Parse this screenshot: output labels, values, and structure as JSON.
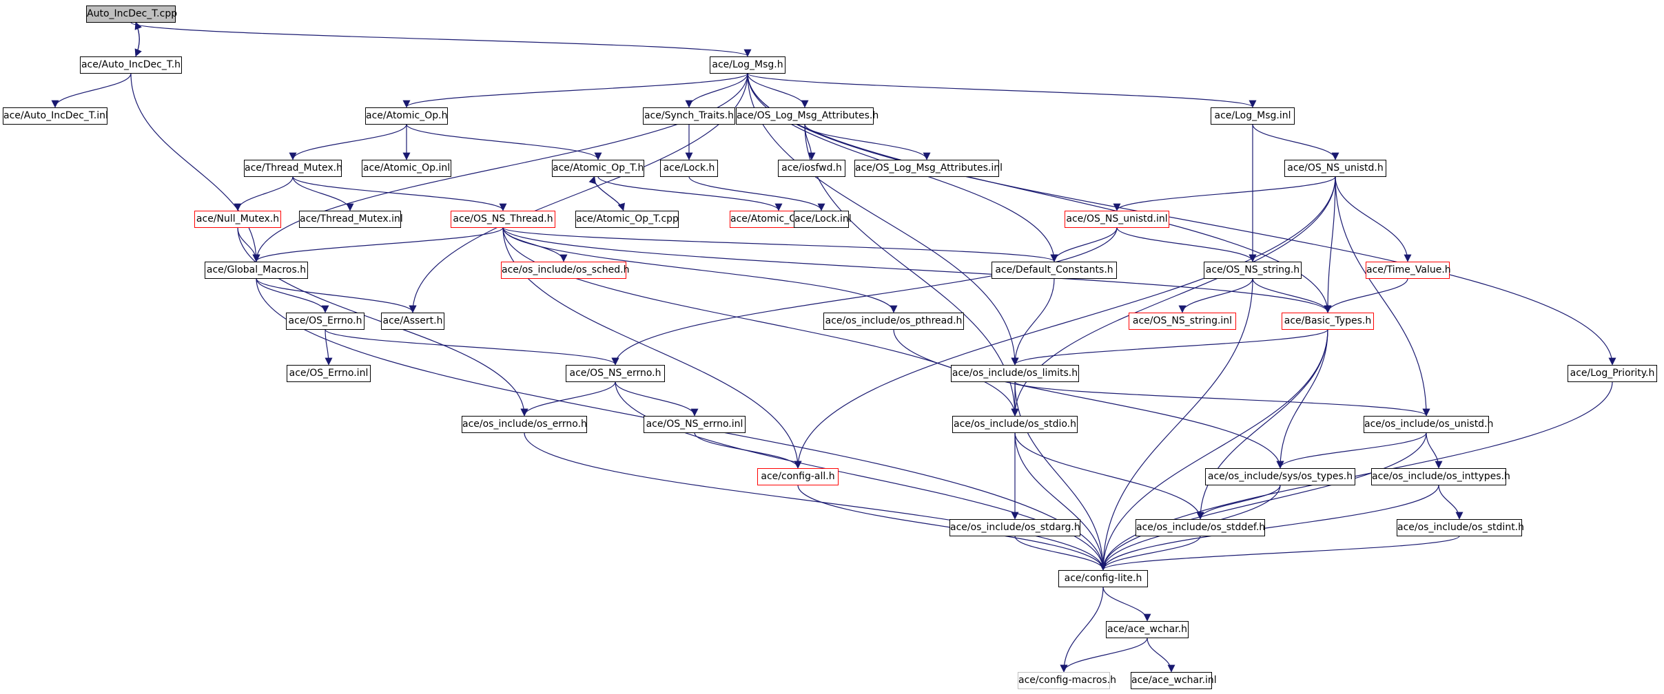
{
  "colors": {
    "edge": "#191970",
    "node_border": "#000000",
    "node_border_incomplete": "#ff0000",
    "node_border_external": "#bfbfbf",
    "root_fill": "#bfbfbf"
  },
  "nodes": [
    {
      "id": "root",
      "label": "Auto_IncDec_T.cpp",
      "style": "root"
    },
    {
      "id": "aidh",
      "label": "ace/Auto_IncDec_T.h",
      "style": "normal"
    },
    {
      "id": "aidi",
      "label": "ace/Auto_IncDec_T.inl",
      "style": "normal"
    },
    {
      "id": "logmsg",
      "label": "ace/Log_Msg.h",
      "style": "normal"
    },
    {
      "id": "atomic",
      "label": "ace/Atomic_Op.h",
      "style": "normal"
    },
    {
      "id": "synch",
      "label": "ace/Synch_Traits.h",
      "style": "normal"
    },
    {
      "id": "oslma",
      "label": "ace/OS_Log_Msg_Attributes.h",
      "style": "normal"
    },
    {
      "id": "logmsginl",
      "label": "ace/Log_Msg.inl",
      "style": "normal"
    },
    {
      "id": "thrmutex",
      "label": "ace/Thread_Mutex.h",
      "style": "normal"
    },
    {
      "id": "atomicinl",
      "label": "ace/Atomic_Op.inl",
      "style": "normal"
    },
    {
      "id": "atomict",
      "label": "ace/Atomic_Op_T.h",
      "style": "normal"
    },
    {
      "id": "lock",
      "label": "ace/Lock.h",
      "style": "normal"
    },
    {
      "id": "iosfwd",
      "label": "ace/iosfwd.h",
      "style": "normal"
    },
    {
      "id": "oslmainl",
      "label": "ace/OS_Log_Msg_Attributes.inl",
      "style": "normal"
    },
    {
      "id": "osnsunistd",
      "label": "ace/OS_NS_unistd.h",
      "style": "normal"
    },
    {
      "id": "nullmutex",
      "label": "ace/Null_Mutex.h",
      "style": "red"
    },
    {
      "id": "thrmutexinl",
      "label": "ace/Thread_Mutex.inl",
      "style": "normal"
    },
    {
      "id": "osnsthread",
      "label": "ace/OS_NS_Thread.h",
      "style": "red"
    },
    {
      "id": "atomictcpp",
      "label": "ace/Atomic_Op_T.cpp",
      "style": "normal"
    },
    {
      "id": "atomictinl",
      "label": "ace/Atomic_Op_T.inl",
      "style": "red"
    },
    {
      "id": "lockinl",
      "label": "ace/Lock.inl",
      "style": "normal"
    },
    {
      "id": "osnsunistdinl",
      "label": "ace/OS_NS_unistd.inl",
      "style": "red"
    },
    {
      "id": "globalmacros",
      "label": "ace/Global_Macros.h",
      "style": "normal"
    },
    {
      "id": "ossched",
      "label": "ace/os_include/os_sched.h",
      "style": "red"
    },
    {
      "id": "defconst",
      "label": "ace/Default_Constants.h",
      "style": "normal"
    },
    {
      "id": "osnsstring",
      "label": "ace/OS_NS_string.h",
      "style": "normal"
    },
    {
      "id": "timevalue",
      "label": "ace/Time_Value.h",
      "style": "red"
    },
    {
      "id": "oserrno",
      "label": "ace/OS_Errno.h",
      "style": "normal"
    },
    {
      "id": "assert",
      "label": "ace/Assert.h",
      "style": "normal"
    },
    {
      "id": "ospthread",
      "label": "ace/os_include/os_pthread.h",
      "style": "normal"
    },
    {
      "id": "osnsstringinl",
      "label": "ace/OS_NS_string.inl",
      "style": "red"
    },
    {
      "id": "basictypes",
      "label": "ace/Basic_Types.h",
      "style": "red"
    },
    {
      "id": "oserrnoinl",
      "label": "ace/OS_Errno.inl",
      "style": "normal"
    },
    {
      "id": "osnserrno",
      "label": "ace/OS_NS_errno.h",
      "style": "normal"
    },
    {
      "id": "oslimits",
      "label": "ace/os_include/os_limits.h",
      "style": "normal"
    },
    {
      "id": "logpriority",
      "label": "ace/Log_Priority.h",
      "style": "normal"
    },
    {
      "id": "oserrnoh",
      "label": "ace/os_include/os_errno.h",
      "style": "normal"
    },
    {
      "id": "osnserrnoinl",
      "label": "ace/OS_NS_errno.inl",
      "style": "normal"
    },
    {
      "id": "osstdio",
      "label": "ace/os_include/os_stdio.h",
      "style": "normal"
    },
    {
      "id": "osunistd",
      "label": "ace/os_include/os_unistd.h",
      "style": "normal"
    },
    {
      "id": "configall",
      "label": "ace/config-all.h",
      "style": "red"
    },
    {
      "id": "systypes",
      "label": "ace/os_include/sys/os_types.h",
      "style": "normal"
    },
    {
      "id": "osinttypes",
      "label": "ace/os_include/os_inttypes.h",
      "style": "normal"
    },
    {
      "id": "osstdarg",
      "label": "ace/os_include/os_stdarg.h",
      "style": "normal"
    },
    {
      "id": "osstddef",
      "label": "ace/os_include/os_stddef.h",
      "style": "normal"
    },
    {
      "id": "osstdint",
      "label": "ace/os_include/os_stdint.h",
      "style": "normal"
    },
    {
      "id": "configlite",
      "label": "ace/config-lite.h",
      "style": "normal"
    },
    {
      "id": "acewchar",
      "label": "ace/ace_wchar.h",
      "style": "normal"
    },
    {
      "id": "configmacros",
      "label": "ace/config-macros.h",
      "style": "grey"
    },
    {
      "id": "acewcharinl",
      "label": "ace/ace_wchar.inl",
      "style": "normal"
    }
  ],
  "edges": [
    [
      "root",
      "aidh"
    ],
    [
      "root",
      "logmsg"
    ],
    [
      "aidh",
      "root"
    ],
    [
      "aidh",
      "aidi"
    ],
    [
      "aidh",
      "globalmacros"
    ],
    [
      "logmsg",
      "atomic"
    ],
    [
      "logmsg",
      "synch"
    ],
    [
      "logmsg",
      "oslma"
    ],
    [
      "logmsg",
      "logmsginl"
    ],
    [
      "logmsg",
      "logpriority"
    ],
    [
      "logmsg",
      "globalmacros"
    ],
    [
      "logmsg",
      "assert"
    ],
    [
      "logmsg",
      "defconst"
    ],
    [
      "logmsg",
      "oslimits"
    ],
    [
      "logmsg",
      "basictypes"
    ],
    [
      "atomic",
      "thrmutex"
    ],
    [
      "atomic",
      "atomicinl"
    ],
    [
      "atomic",
      "atomict"
    ],
    [
      "synch",
      "lock"
    ],
    [
      "oslma",
      "iosfwd"
    ],
    [
      "oslma",
      "oslmainl"
    ],
    [
      "oslma",
      "osstdio"
    ],
    [
      "logmsginl",
      "osnsunistd"
    ],
    [
      "logmsginl",
      "osnsstring"
    ],
    [
      "thrmutex",
      "nullmutex"
    ],
    [
      "thrmutex",
      "thrmutexinl"
    ],
    [
      "thrmutex",
      "osnsthread"
    ],
    [
      "atomict",
      "atomictcpp"
    ],
    [
      "atomictcpp",
      "atomict"
    ],
    [
      "atomict",
      "atomictinl"
    ],
    [
      "lock",
      "lockinl"
    ],
    [
      "osnsunistd",
      "osnsunistdinl"
    ],
    [
      "osnsunistd",
      "basictypes"
    ],
    [
      "osnsunistd",
      "timevalue"
    ],
    [
      "osnsunistd",
      "osunistd"
    ],
    [
      "osnsunistd",
      "osstdio"
    ],
    [
      "osnsunistd",
      "configall"
    ],
    [
      "nullmutex",
      "globalmacros"
    ],
    [
      "nullmutex",
      "oserrnoh"
    ],
    [
      "osnsthread",
      "globalmacros"
    ],
    [
      "osnsthread",
      "ossched"
    ],
    [
      "osnsthread",
      "defconst"
    ],
    [
      "osnsthread",
      "ospthread"
    ],
    [
      "osnsthread",
      "basictypes"
    ],
    [
      "osnsthread",
      "configall"
    ],
    [
      "osnsthread",
      "osstdio"
    ],
    [
      "osnsunistdinl",
      "defconst"
    ],
    [
      "osnsunistdinl",
      "osnsstring"
    ],
    [
      "osnsunistdinl",
      "osnserrno"
    ],
    [
      "globalmacros",
      "oserrno"
    ],
    [
      "globalmacros",
      "assert"
    ],
    [
      "globalmacros",
      "configlite"
    ],
    [
      "defconst",
      "oslimits"
    ],
    [
      "osnsstring",
      "osnsstringinl"
    ],
    [
      "osnsstring",
      "basictypes"
    ],
    [
      "osnsstring",
      "configlite"
    ],
    [
      "timevalue",
      "basictypes"
    ],
    [
      "oserrno",
      "oserrnoinl"
    ],
    [
      "oserrno",
      "osnserrno"
    ],
    [
      "ospthread",
      "systypes"
    ],
    [
      "basictypes",
      "oslimits"
    ],
    [
      "basictypes",
      "systypes"
    ],
    [
      "basictypes",
      "osstddef"
    ],
    [
      "basictypes",
      "configlite"
    ],
    [
      "osnserrno",
      "oserrnoh"
    ],
    [
      "osnserrno",
      "osnserrnoinl"
    ],
    [
      "osnserrno",
      "configlite"
    ],
    [
      "oslimits",
      "osstdio"
    ],
    [
      "oslimits",
      "osunistd"
    ],
    [
      "oslimits",
      "configlite"
    ],
    [
      "logpriority",
      "configlite"
    ],
    [
      "oserrnoh",
      "configlite"
    ],
    [
      "osnserrnoinl",
      "configall"
    ],
    [
      "osstdio",
      "osstdarg"
    ],
    [
      "osstdio",
      "osstddef"
    ],
    [
      "osstdio",
      "configlite"
    ],
    [
      "osunistd",
      "systypes"
    ],
    [
      "osunistd",
      "osinttypes"
    ],
    [
      "osunistd",
      "configlite"
    ],
    [
      "configall",
      "configlite"
    ],
    [
      "systypes",
      "osstddef"
    ],
    [
      "systypes",
      "configlite"
    ],
    [
      "osinttypes",
      "osstdint"
    ],
    [
      "osinttypes",
      "configlite"
    ],
    [
      "osstdarg",
      "configlite"
    ],
    [
      "osstddef",
      "configlite"
    ],
    [
      "osstdint",
      "configlite"
    ],
    [
      "configlite",
      "acewchar"
    ],
    [
      "configlite",
      "configmacros"
    ],
    [
      "acewchar",
      "configmacros"
    ],
    [
      "acewchar",
      "acewcharinl"
    ]
  ]
}
